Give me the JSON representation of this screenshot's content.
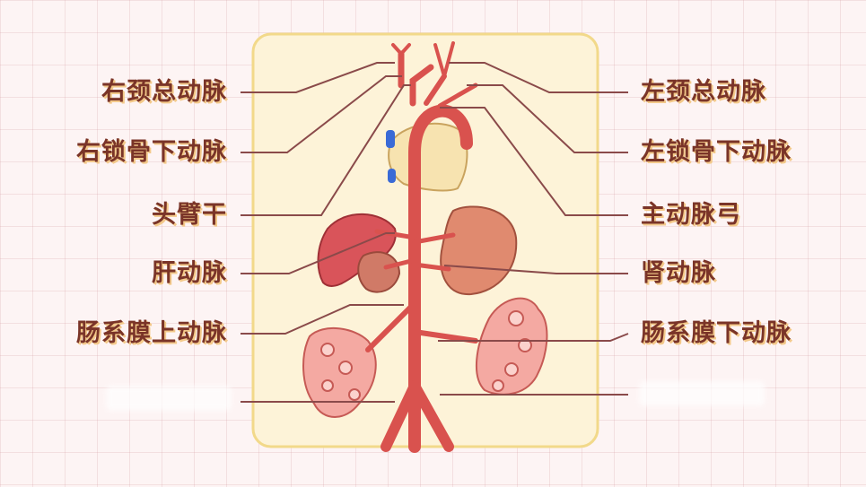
{
  "labels": {
    "right_common_carotid": "右颈总动脉",
    "right_subclavian": "右锁骨下动脉",
    "brachiocephalic_trunk": "头臂干",
    "hepatic_artery": "肝动脉",
    "superior_mesenteric": "肠系膜上动脉",
    "left_common_carotid": "左颈总动脉",
    "left_subclavian": "左锁骨下动脉",
    "aortic_arch": "主动脉弓",
    "renal_artery": "肾动脉",
    "inferior_mesenteric": "肠系膜下动脉"
  },
  "colors": {
    "label_text": "#7a3428",
    "label_shadow": "#f3c98a",
    "artery": "#d9524e",
    "panel_fill": "#fdf3d8",
    "panel_border": "#f2d98a",
    "leader_line": "#8a4a4a"
  }
}
